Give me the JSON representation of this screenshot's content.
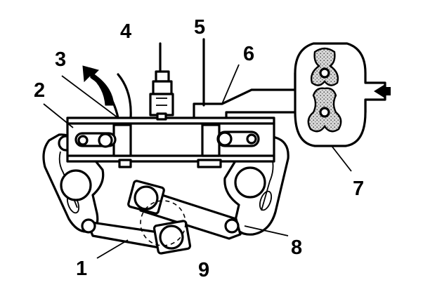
{
  "diagram": {
    "labels": [
      {
        "id": "label-1",
        "text": "1"
      },
      {
        "id": "label-2",
        "text": "2"
      },
      {
        "id": "label-3",
        "text": "3"
      },
      {
        "id": "label-4",
        "text": "4"
      },
      {
        "id": "label-5",
        "text": "5"
      },
      {
        "id": "label-6",
        "text": "6"
      },
      {
        "id": "label-7",
        "text": "7"
      },
      {
        "id": "label-8",
        "text": "8"
      },
      {
        "id": "label-9",
        "text": "9"
      }
    ],
    "icons": {
      "flow_out": "curved-arrow-icon",
      "flow_in": "inlet-arrow-icon"
    }
  }
}
